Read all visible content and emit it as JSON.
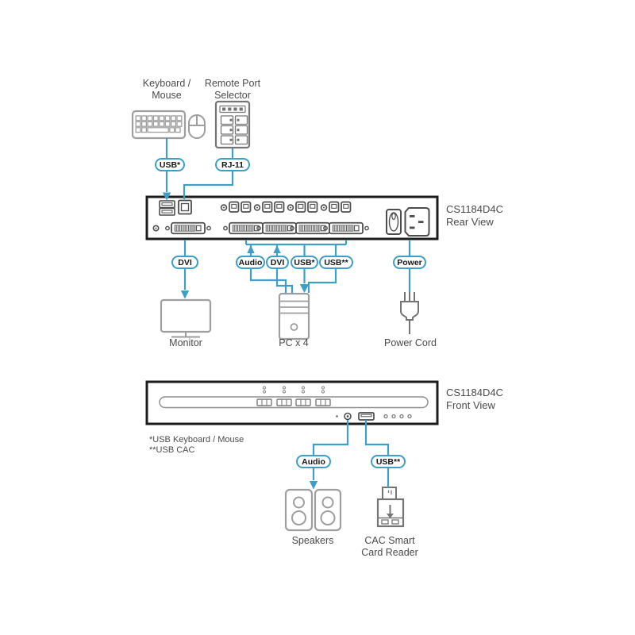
{
  "title": "ATEN CS1184D4C KVM switch installation diagram",
  "colors": {
    "accent_blue": "#3e9ec8",
    "light_icon_gray": "#9e9e9e",
    "dark_icon_gray": "#757575",
    "port_gray": "#4d4d4d",
    "panel_black": "#1c1c1c",
    "text_gray": "#4a4a4a"
  },
  "labels": {
    "model": "CS1184D4C",
    "rear_view": "Rear View",
    "front_view": "Front View",
    "keyboard_mouse_1": "Keyboard /",
    "keyboard_mouse_2": "Mouse",
    "remote_1": "Remote Port",
    "remote_2": "Selector",
    "monitor": "Monitor",
    "pc": "PC x 4",
    "power_cord": "Power Cord",
    "speakers": "Speakers",
    "cac_1": "CAC Smart",
    "cac_2": "Card Reader",
    "footnote_1": "*USB Keyboard / Mouse",
    "footnote_2": "**USB CAC"
  },
  "pills": {
    "usb_keyboard": "USB*",
    "rj11": "RJ-11",
    "dvi_out": "DVI",
    "audio_pc": "Audio",
    "dvi_pc": "DVI",
    "usb_km_pc": "USB*",
    "usb_cac_pc": "USB**",
    "power": "Power",
    "audio_front": "Audio",
    "usb_cac_front": "USB**"
  },
  "icons": [
    "keyboard-icon",
    "mouse-icon",
    "remote-port-selector-icon",
    "rear-panel",
    "front-panel",
    "monitor-icon",
    "pc-tower-icon",
    "power-cord-icon",
    "speakers-icon",
    "cac-card-reader-icon"
  ]
}
